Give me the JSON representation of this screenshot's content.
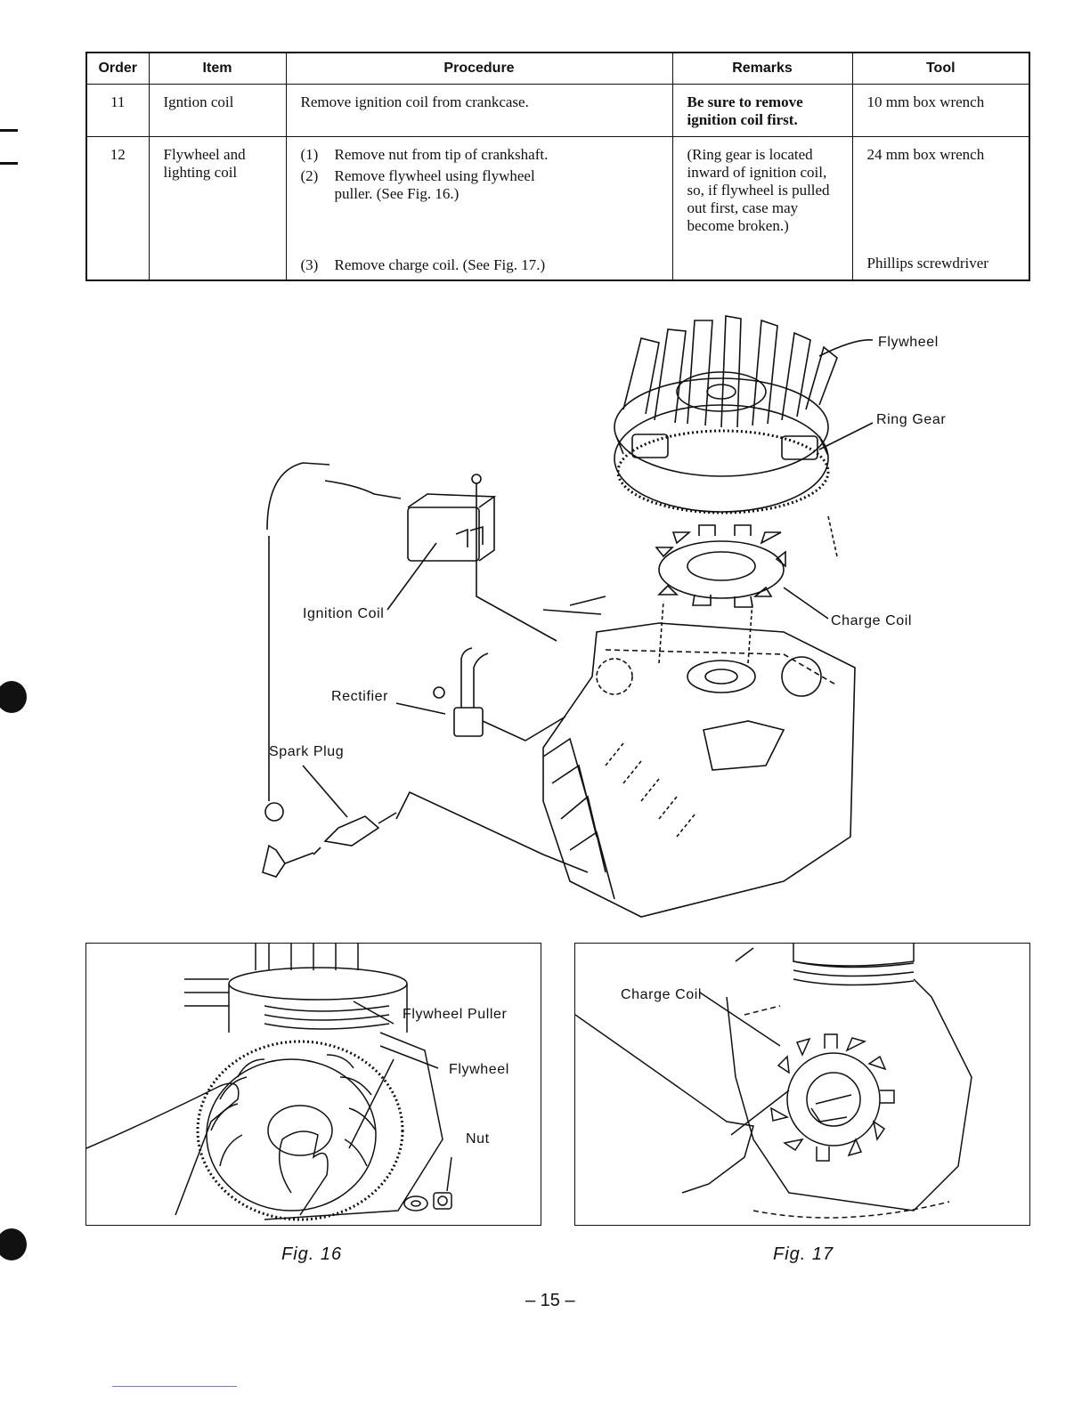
{
  "table": {
    "headers": [
      "Order",
      "Item",
      "Procedure",
      "Remarks",
      "Tool"
    ],
    "row1": {
      "order": "11",
      "item": "Igntion coil",
      "procedure": "Remove ignition coil from crankcase.",
      "remarks": "Be sure to remove ignition coil first.",
      "tool": "10 mm box wrench"
    },
    "row2": {
      "order": "12",
      "item": "Flywheel and lighting coil",
      "steps": [
        {
          "num": "(1)",
          "text": "Remove nut from tip of crankshaft."
        },
        {
          "num": "(2)",
          "text": "Remove flywheel using flywheel puller. (See Fig. 16.)"
        },
        {
          "num": "(3)",
          "text": "Remove charge coil. (See Fig. 17.)"
        }
      ],
      "remarks": "(Ring gear is located inward of ignition coil, so, if flywheel is pulled out first, case may become broken.)",
      "tool1": "24 mm box wrench",
      "tool2": "Phillips screwdriver"
    }
  },
  "diagram": {
    "labels": {
      "flywheel": "Flywheel",
      "ring_gear": "Ring Gear",
      "ignition_coil": "Ignition Coil",
      "charge_coil": "Charge Coil",
      "rectifier": "Rectifier",
      "spark_plug": "Spark Plug"
    }
  },
  "fig16": {
    "caption": "Fig. 16",
    "labels": {
      "puller": "Flywheel Puller",
      "flywheel": "Flywheel",
      "nut": "Nut"
    }
  },
  "fig17": {
    "caption": "Fig. 17",
    "labels": {
      "charge_coil": "Charge Coil"
    }
  },
  "page_number": "– 15 –"
}
